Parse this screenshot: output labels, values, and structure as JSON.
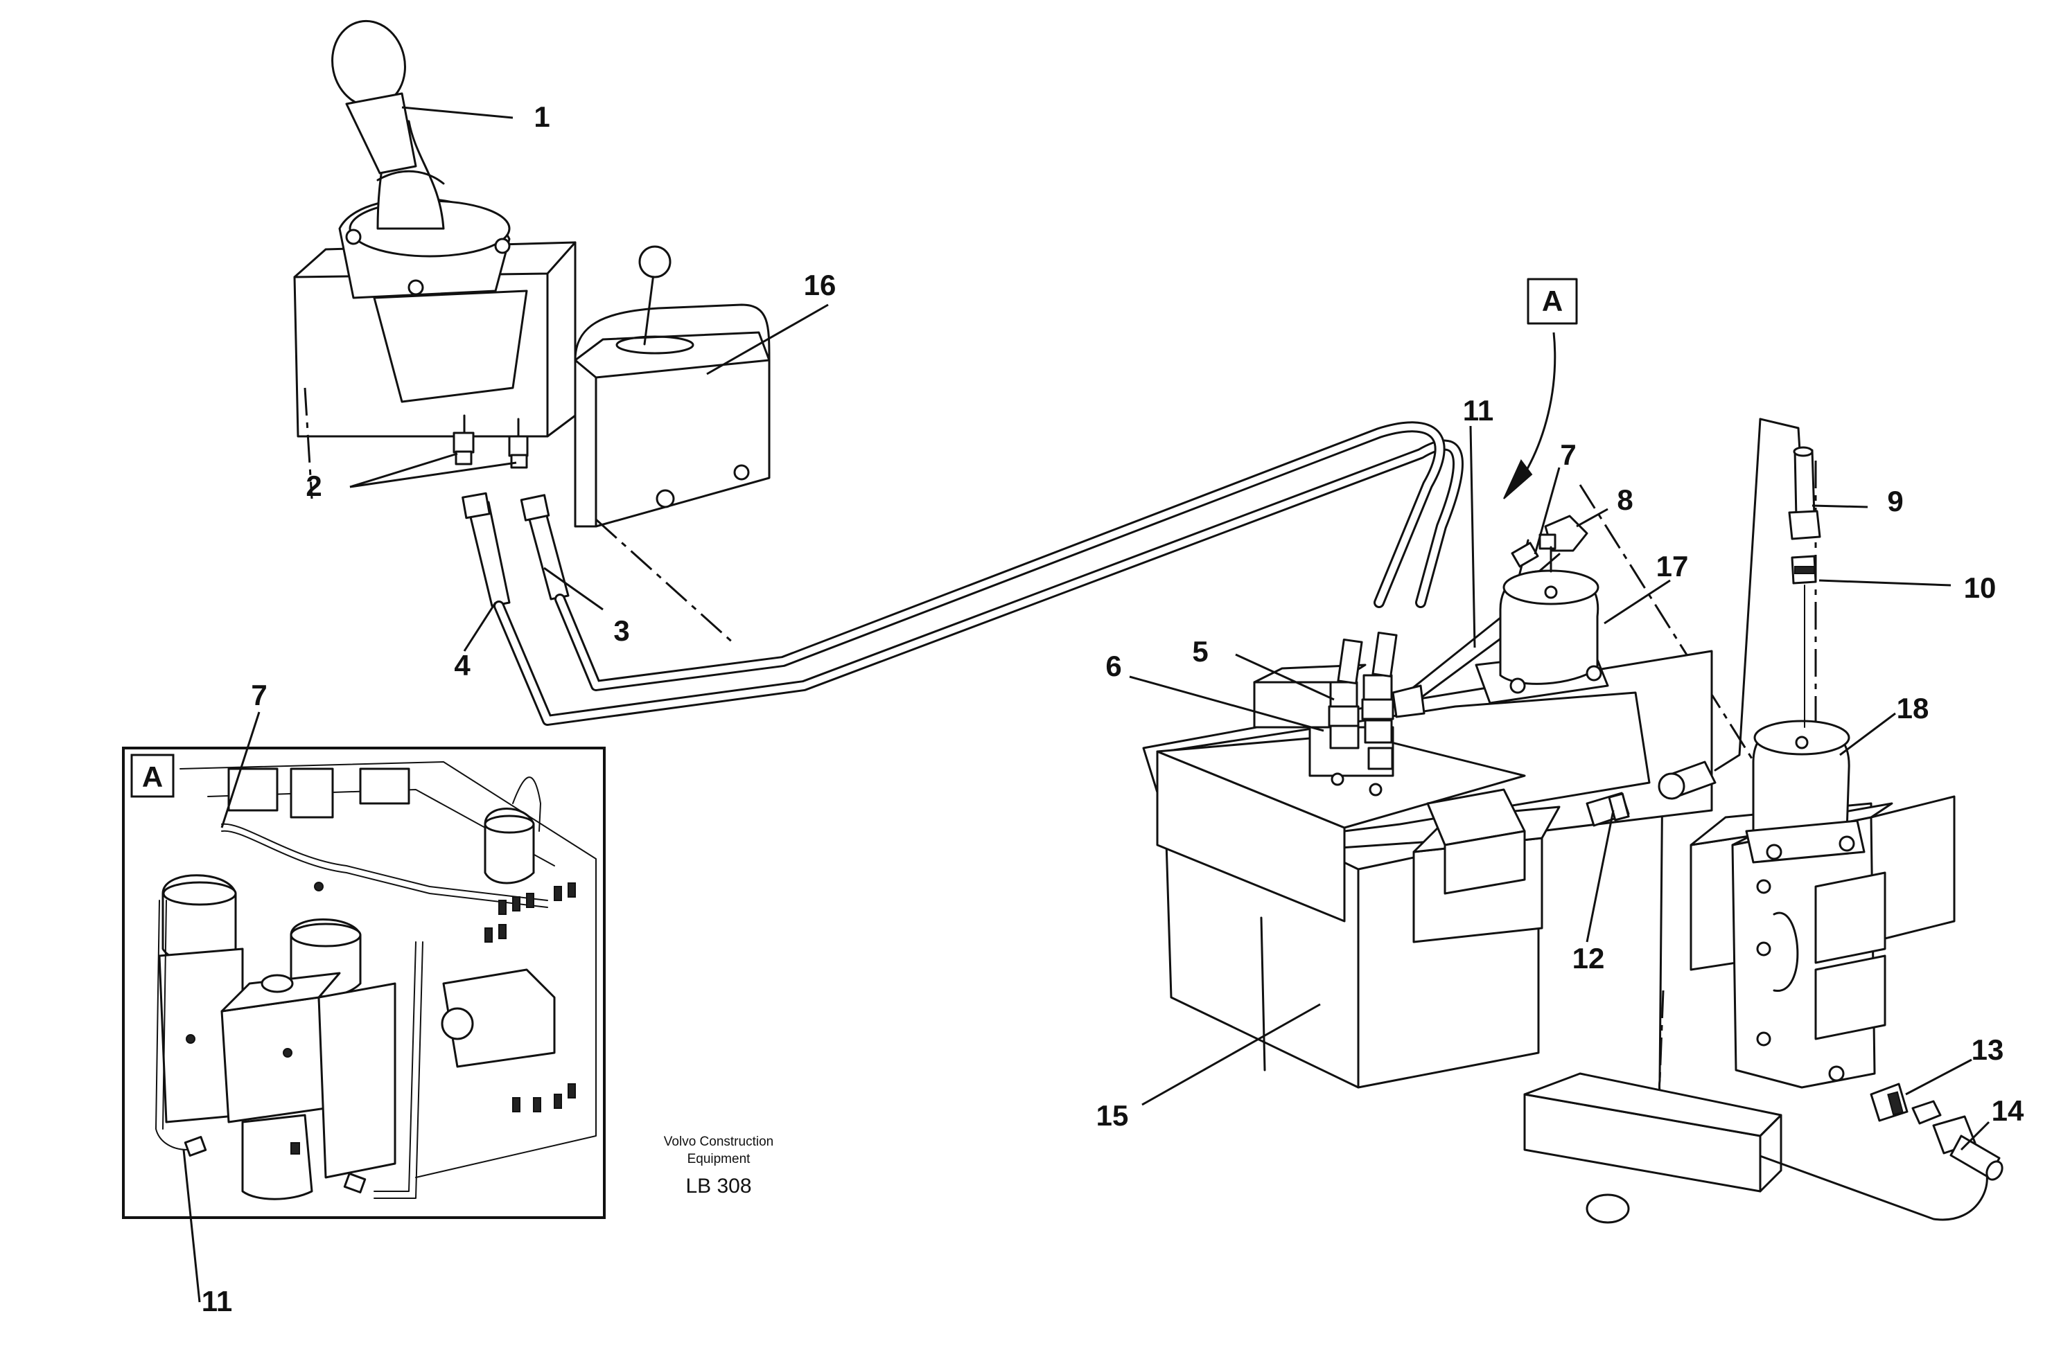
{
  "callouts": {
    "c1": "1",
    "c2": "2",
    "c3": "3",
    "c4": "4",
    "c5": "5",
    "c6": "6",
    "c7": "7",
    "c8": "8",
    "c9": "9",
    "c10": "10",
    "c11": "11",
    "c12": "12",
    "c13": "13",
    "c14": "14",
    "c15": "15",
    "c16": "16",
    "c17": "17",
    "c18": "18"
  },
  "inset": {
    "view_label": "A",
    "callout_7": "7",
    "callout_11": "11"
  },
  "view_marker": {
    "label": "A"
  },
  "credit": {
    "line1": "Volvo Construction",
    "line2": "Equipment",
    "code": "LB 308"
  }
}
